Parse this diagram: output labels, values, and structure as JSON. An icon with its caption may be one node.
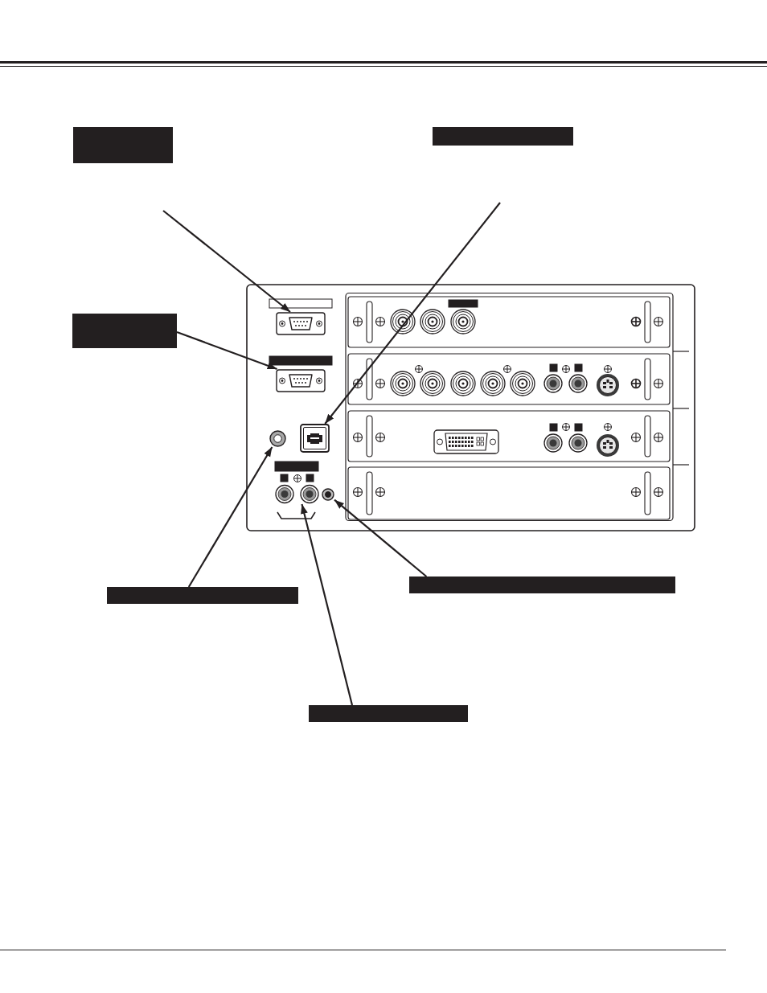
{
  "diagram": {
    "nodes": [
      {
        "text": [],
        "shape": "box"
      },
      {
        "text": [],
        "shape": "box"
      },
      {
        "text": [],
        "shape": "box"
      },
      {
        "text": [],
        "shape": "picture"
      },
      {
        "text": [],
        "shape": "picture"
      },
      {
        "text": [],
        "shape": "circle"
      },
      {
        "text": [],
        "shape": "picture"
      },
      {
        "text": [],
        "shape": "picture"
      },
      {
        "text": [],
        "shape": "circle"
      },
      {
        "text": [],
        "shape": "box"
      },
      {
        "text": [],
        "shape": "box"
      },
      {
        "text": [],
        "shape": "box"
      }
    ],
    "edges": [
      {
        "from": null,
        "to": 3,
        "arrow": "to"
      },
      {
        "from": 2,
        "to": 4,
        "arrow": "to"
      },
      {
        "from": null,
        "to": 6,
        "arrow": "to"
      },
      {
        "from": 9,
        "to": 5,
        "arrow": "to"
      },
      {
        "from": 10,
        "to": 8,
        "arrow": "to"
      },
      {
        "from": 11,
        "to": 7,
        "arrow": "to"
      }
    ]
  }
}
